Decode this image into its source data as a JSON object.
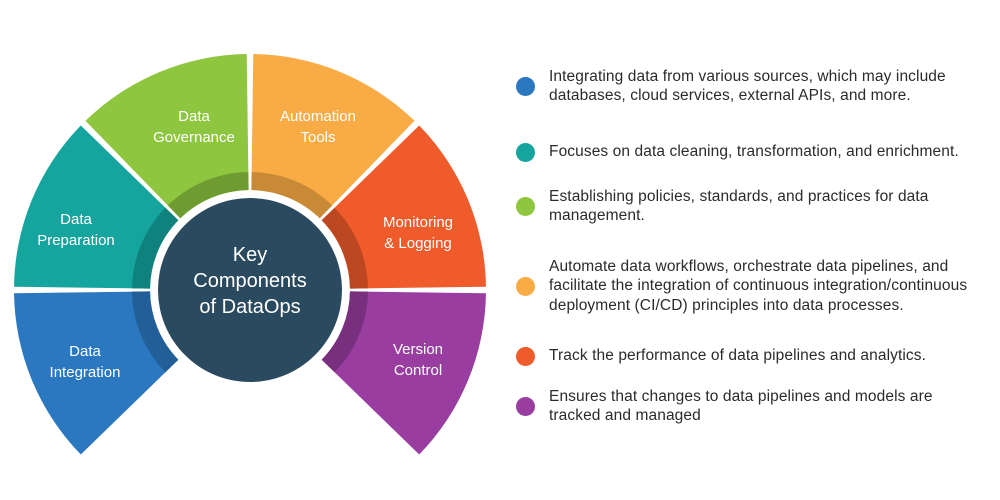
{
  "hub": {
    "lines": [
      "Key",
      "Components",
      "of DataOps"
    ],
    "color": "#2a4a5f"
  },
  "segments": [
    {
      "id": "integration",
      "lines": [
        "Data",
        "Integration"
      ],
      "color": "#2b78c0",
      "inner": "#225f98"
    },
    {
      "id": "preparation",
      "lines": [
        "Data",
        "Preparation"
      ],
      "color": "#16a59e",
      "inner": "#10827d"
    },
    {
      "id": "governance",
      "lines": [
        "Data",
        "Governance"
      ],
      "color": "#8ec63f",
      "inner": "#6f9c30"
    },
    {
      "id": "automation",
      "lines": [
        "Automation",
        "Tools"
      ],
      "color": "#f9ac45",
      "inner": "#c98a36"
    },
    {
      "id": "monitoring",
      "lines": [
        "Monitoring",
        "& Logging"
      ],
      "color": "#ef5b2a",
      "inner": "#bd4721"
    },
    {
      "id": "version",
      "lines": [
        "Version",
        "Control"
      ],
      "color": "#9a3da0",
      "inner": "#782f7d"
    }
  ],
  "legend": [
    {
      "color": "#2b78c0",
      "text": "Integrating data from various sources, which may include databases, cloud services, external APIs, and more."
    },
    {
      "color": "#16a59e",
      "text": "Focuses on data cleaning, transformation, and enrichment."
    },
    {
      "color": "#8ec63f",
      "text": "Establishing policies, standards, and practices for data management."
    },
    {
      "color": "#f9ac45",
      "text": "Automate data workflows, orchestrate data pipelines, and facilitate the integration of continuous integration/continuous deployment (CI/CD) principles into data processes."
    },
    {
      "color": "#ef5b2a",
      "text": "Track the performance of data pipelines and analytics."
    },
    {
      "color": "#9a3da0",
      "text": "Ensures that changes to data pipelines and models are tracked and managed"
    }
  ]
}
